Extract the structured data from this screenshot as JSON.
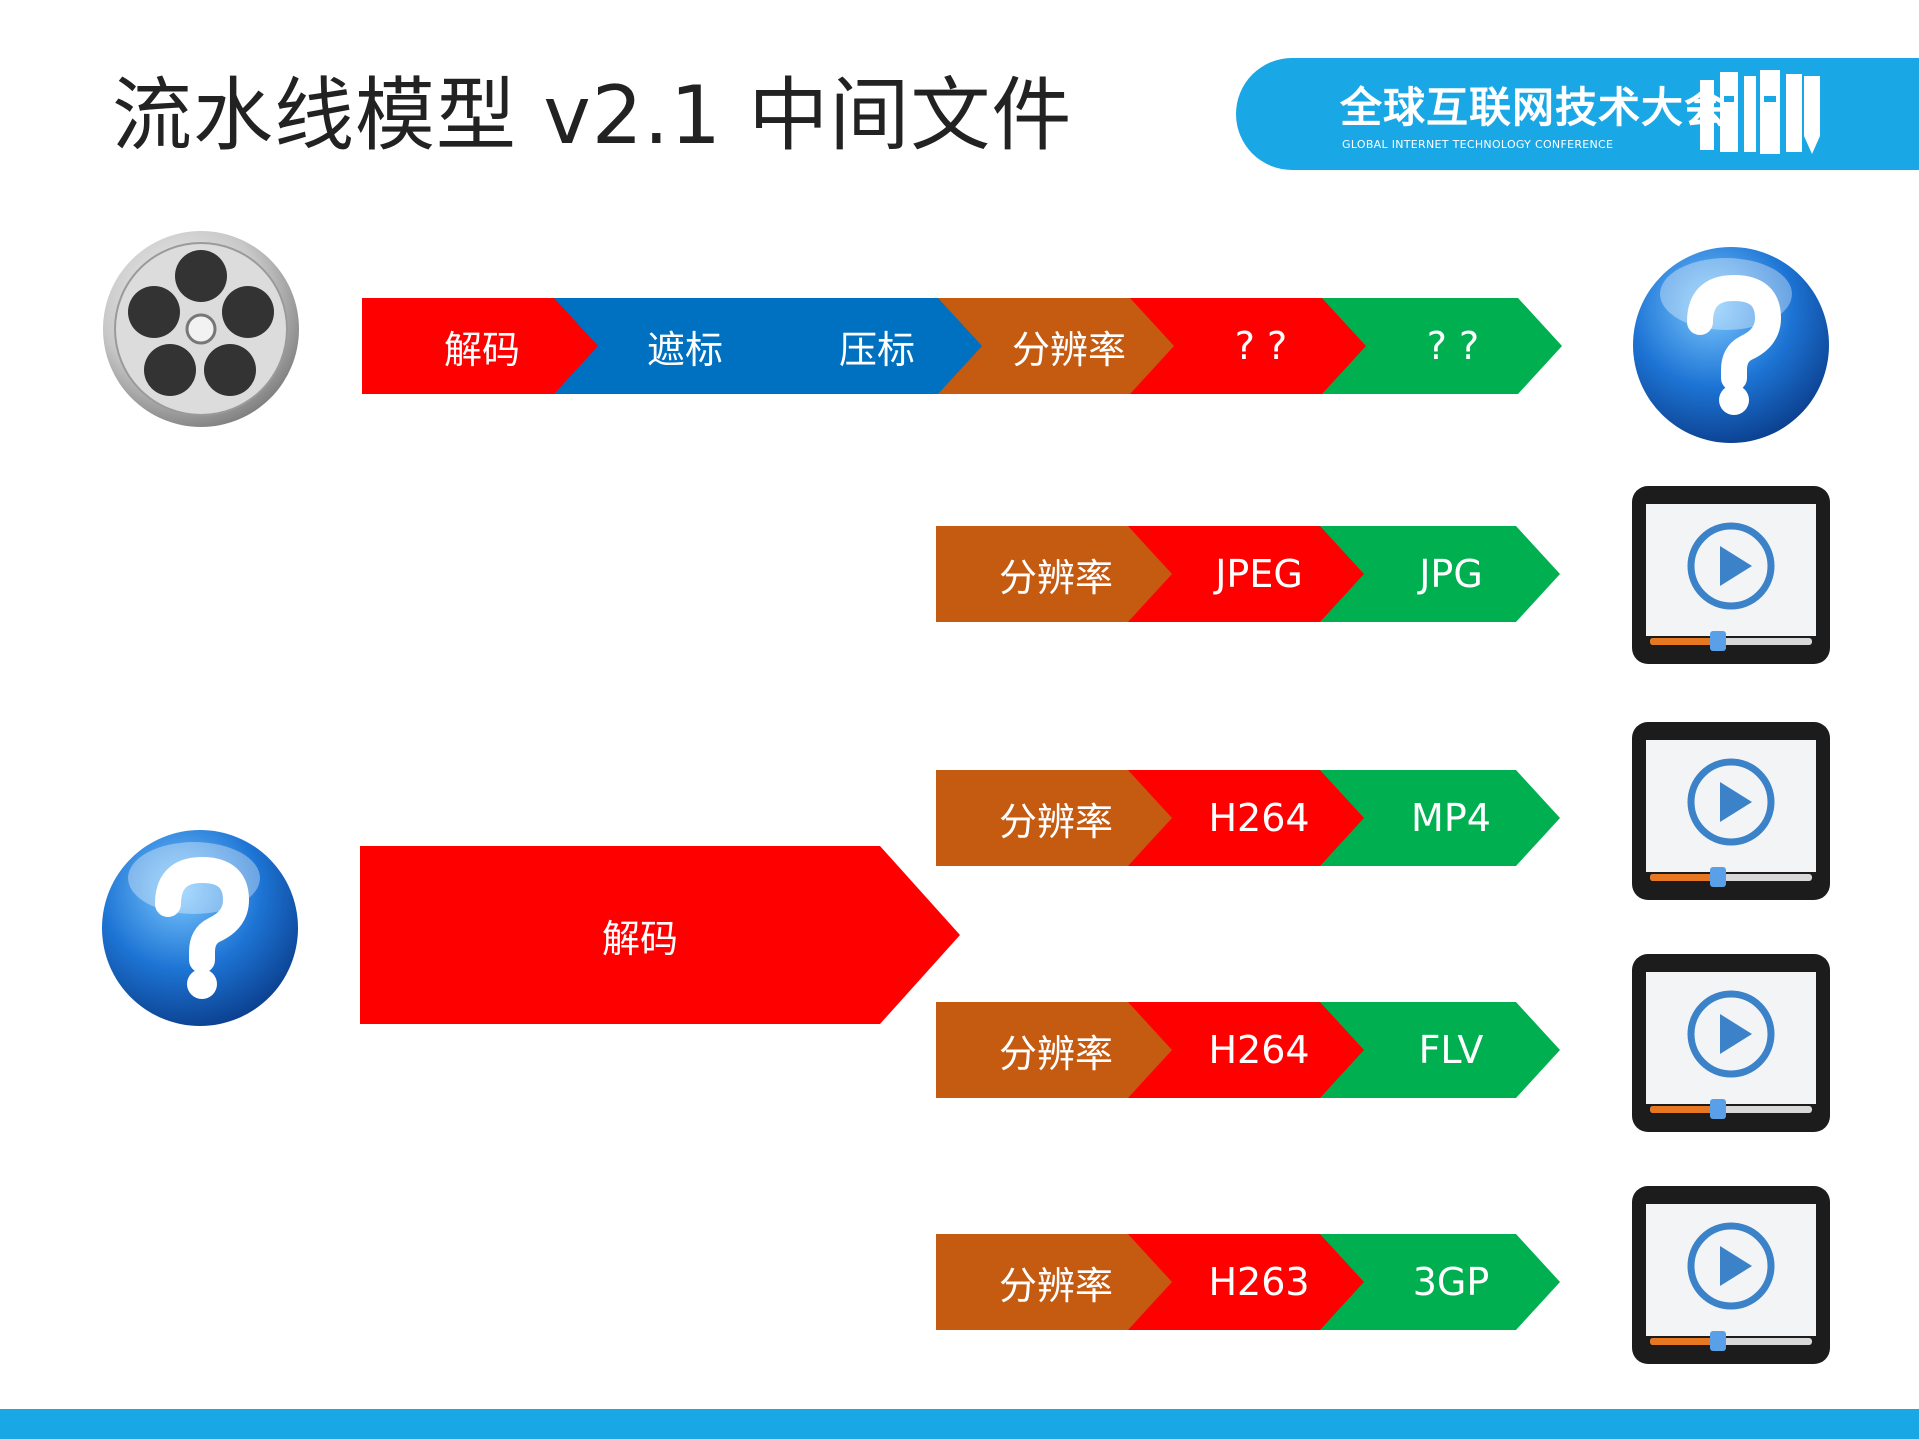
{
  "title": "流水线模型 v2.1 中间文件",
  "logo": {
    "cn": "全球互联网技术大会",
    "en": "GLOBAL INTERNET TECHNOLOGY CONFERENCE",
    "mark": "GITC"
  },
  "colors": {
    "red": "#ff0000",
    "blue": "#0070c0",
    "brown": "#c55a11",
    "green": "#00b050",
    "banner": "#1aa7e6"
  },
  "icons": {
    "film": "film-reel-icon",
    "question": "question-icon",
    "video": "video-player-icon"
  },
  "top_pipeline": {
    "stages": [
      {
        "label": "解码",
        "color": "#ff0000"
      },
      {
        "label": "遮标",
        "color": "#0070c0"
      },
      {
        "label": "压标",
        "color": "#0070c0"
      },
      {
        "label": "分辨率",
        "color": "#c55a11"
      },
      {
        "label": "? ?",
        "color": "#ff0000"
      },
      {
        "label": "? ?",
        "color": "#00b050"
      }
    ]
  },
  "decode_block": {
    "label": "解码"
  },
  "branches": [
    {
      "stages": [
        {
          "label": "分辨率",
          "color": "#c55a11"
        },
        {
          "label": "JPEG",
          "color": "#ff0000"
        },
        {
          "label": "JPG",
          "color": "#00b050"
        }
      ]
    },
    {
      "stages": [
        {
          "label": "分辨率",
          "color": "#c55a11"
        },
        {
          "label": "H264",
          "color": "#ff0000"
        },
        {
          "label": "MP4",
          "color": "#00b050"
        }
      ]
    },
    {
      "stages": [
        {
          "label": "分辨率",
          "color": "#c55a11"
        },
        {
          "label": "H264",
          "color": "#ff0000"
        },
        {
          "label": "FLV",
          "color": "#00b050"
        }
      ]
    },
    {
      "stages": [
        {
          "label": "分辨率",
          "color": "#c55a11"
        },
        {
          "label": "H263",
          "color": "#ff0000"
        },
        {
          "label": "3GP",
          "color": "#00b050"
        }
      ]
    }
  ]
}
